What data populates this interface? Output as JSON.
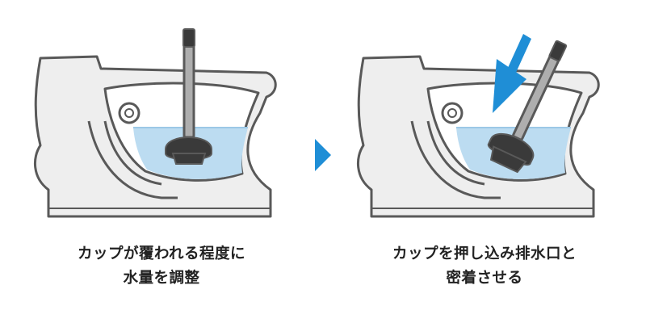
{
  "colors": {
    "outline": "#595959",
    "porcelain": "#eeeeee",
    "porcelain_shadow": "#d9d9d9",
    "water": "#bcdcf1",
    "plunger_dark": "#3a3a3a",
    "handle": "#aeaeae",
    "accent_blue": "#1f8ed6"
  },
  "steps": [
    {
      "caption_line1": "カップが覆われる程度に",
      "caption_line2": "水量を調整"
    },
    {
      "caption_line1": "カップを押し込み排水口と",
      "caption_line2": "密着させる"
    }
  ],
  "icons": {
    "between_steps": "triangle-right-icon",
    "push_indicator": "arrow-down-left-icon"
  }
}
